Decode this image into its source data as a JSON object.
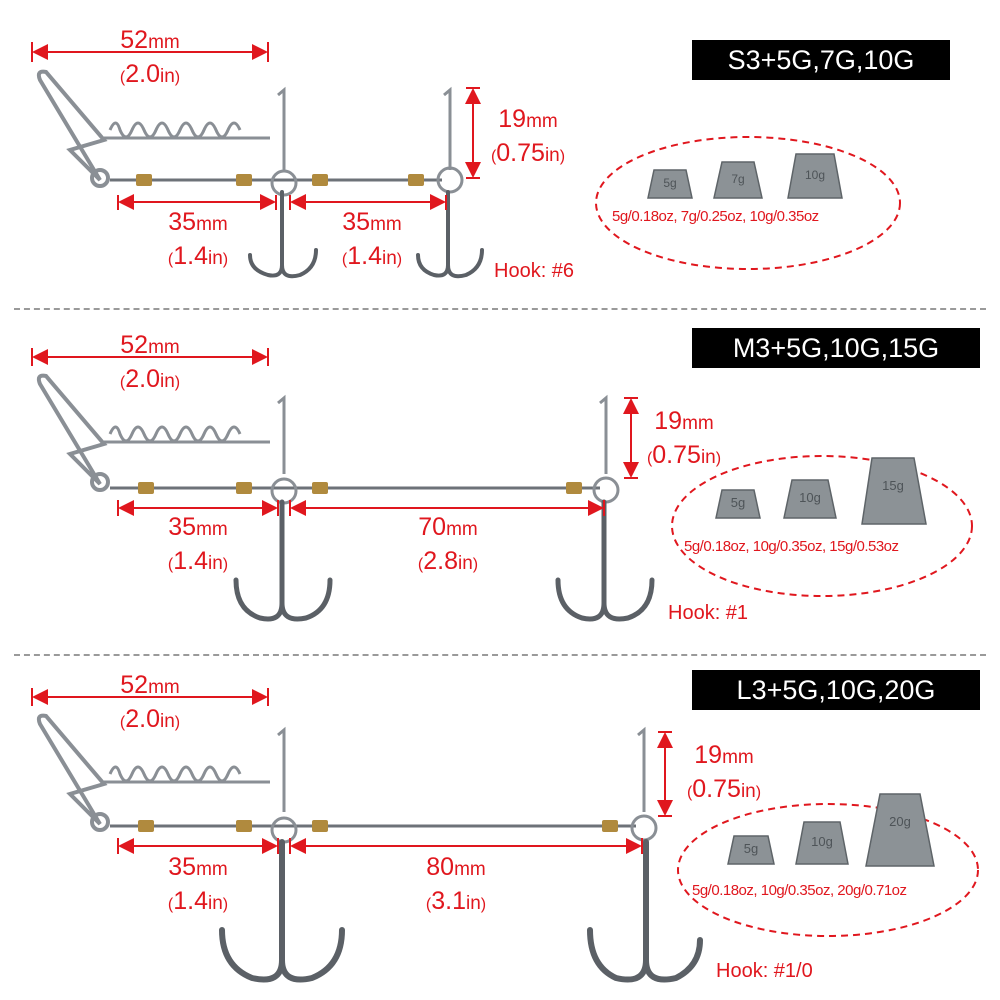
{
  "colors": {
    "dimension": "#e0171e",
    "tag_bg": "#000000",
    "metal": "#8a8f95",
    "lead": "#8c9296",
    "brass": "#b08a3e"
  },
  "panels": [
    {
      "tag": "S3+5G,7G,10G",
      "dims": {
        "clip": {
          "mm": "52",
          "mm_unit": "mm",
          "in": "2.0",
          "in_unit": "in"
        },
        "lead": {
          "mm": "35",
          "mm_unit": "mm",
          "in": "1.4",
          "in_unit": "in"
        },
        "span": {
          "mm": "35",
          "mm_unit": "mm",
          "in": "1.4",
          "in_unit": "in"
        },
        "pin": {
          "mm": "19",
          "mm_unit": "mm",
          "in": "0.75",
          "in_unit": "in"
        }
      },
      "weights": {
        "label": "5g/0.18oz, 7g/0.25oz, 10g/0.35oz",
        "marks": [
          "5g",
          "7g",
          "10g"
        ]
      },
      "hook": "Hook: #6"
    },
    {
      "tag": "M3+5G,10G,15G",
      "dims": {
        "clip": {
          "mm": "52",
          "mm_unit": "mm",
          "in": "2.0",
          "in_unit": "in"
        },
        "lead": {
          "mm": "35",
          "mm_unit": "mm",
          "in": "1.4",
          "in_unit": "in"
        },
        "span": {
          "mm": "70",
          "mm_unit": "mm",
          "in": "2.8",
          "in_unit": "in"
        },
        "pin": {
          "mm": "19",
          "mm_unit": "mm",
          "in": "0.75",
          "in_unit": "in"
        }
      },
      "weights": {
        "label": "5g/0.18oz, 10g/0.35oz, 15g/0.53oz",
        "marks": [
          "5g",
          "10g",
          "15g"
        ]
      },
      "hook": "Hook: #1"
    },
    {
      "tag": "L3+5G,10G,20G",
      "dims": {
        "clip": {
          "mm": "52",
          "mm_unit": "mm",
          "in": "2.0",
          "in_unit": "in"
        },
        "lead": {
          "mm": "35",
          "mm_unit": "mm",
          "in": "1.4",
          "in_unit": "in"
        },
        "span": {
          "mm": "80",
          "mm_unit": "mm",
          "in": "3.1",
          "in_unit": "in"
        },
        "pin": {
          "mm": "19",
          "mm_unit": "mm",
          "in": "0.75",
          "in_unit": "in"
        }
      },
      "weights": {
        "label": "5g/0.18oz, 10g/0.35oz, 20g/0.71oz",
        "marks": [
          "5g",
          "10g",
          "20g"
        ]
      },
      "hook": "Hook: #1/0"
    }
  ]
}
